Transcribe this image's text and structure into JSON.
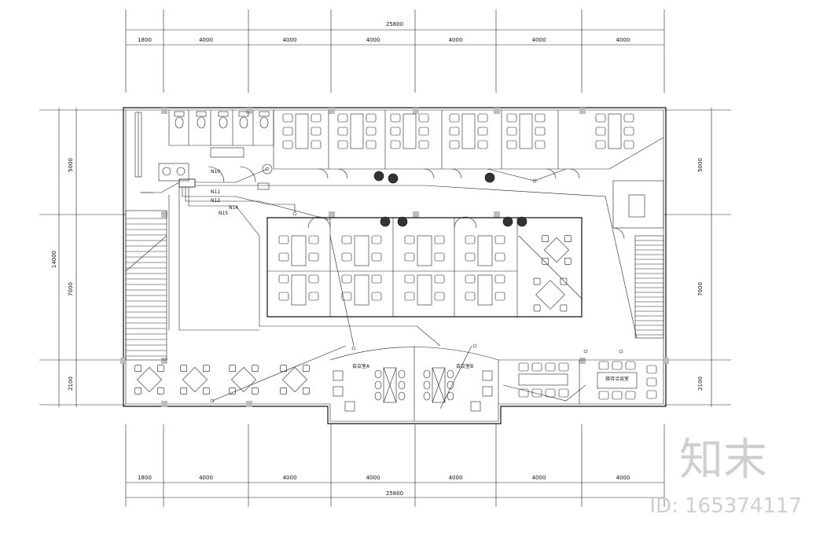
{
  "dimensions": {
    "top_total": "25800",
    "top_segments": [
      "1800",
      "4000",
      "4000",
      "4000",
      "4000",
      "4000",
      "4000"
    ],
    "bottom_total": "25800",
    "bottom_segments": [
      "1800",
      "4000",
      "4000",
      "4000",
      "4000",
      "4000",
      "4000"
    ],
    "left_total": "14000",
    "left_segments": [
      "5000",
      "7000",
      "2100"
    ],
    "right_segments": [
      "5000",
      "7000",
      "2100"
    ]
  },
  "circuit_labels": [
    "N10",
    "N11",
    "N12",
    "N14",
    "N15"
  ],
  "room_labels": {
    "meeting_room_a": "会议室A",
    "meeting_room_b": "会议室B",
    "reception": "接待洽谈室"
  },
  "watermark": {
    "logo_text": "知末",
    "id_text": "ID: 165374117"
  }
}
